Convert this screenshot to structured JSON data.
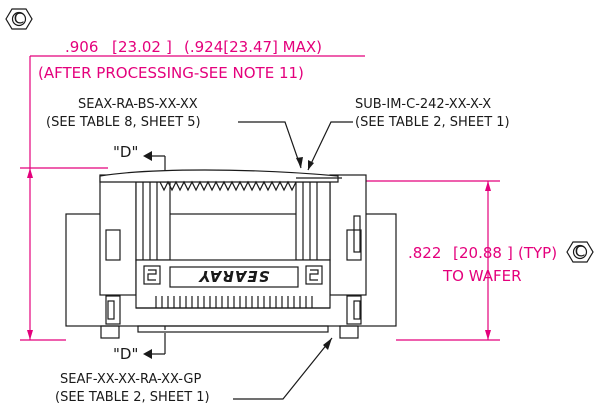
{
  "revision_marker": "C",
  "overall_dimension": {
    "nominal": ".906",
    "metric": "23.02",
    "max": "(.924[23.47] MAX)",
    "note": "(AFTER PROCESSING-SEE NOTE 11)"
  },
  "wafer_dimension": {
    "nominal": ".822",
    "metric": "20.88",
    "suffix": "(TYP)",
    "note": "TO WAFER"
  },
  "callouts": {
    "standoff_part": "SEAX-RA-BS-XX-XX",
    "standoff_ref": "(SEE TABLE 8, SHEET 5)",
    "cable_part": "SUB-IM-C-242-XX-X-X",
    "cable_ref": "(SEE TABLE 2, SHEET 1)",
    "connector_part": "SEAF-XX-XX-RA-XX-GP",
    "connector_ref": "(SEE TABLE 2, SHEET 1)"
  },
  "section_label": "\"D\"",
  "brand_mark": "SEARAY",
  "colors": {
    "dimension": "#e4007c",
    "outline": "#1a1a1a"
  }
}
